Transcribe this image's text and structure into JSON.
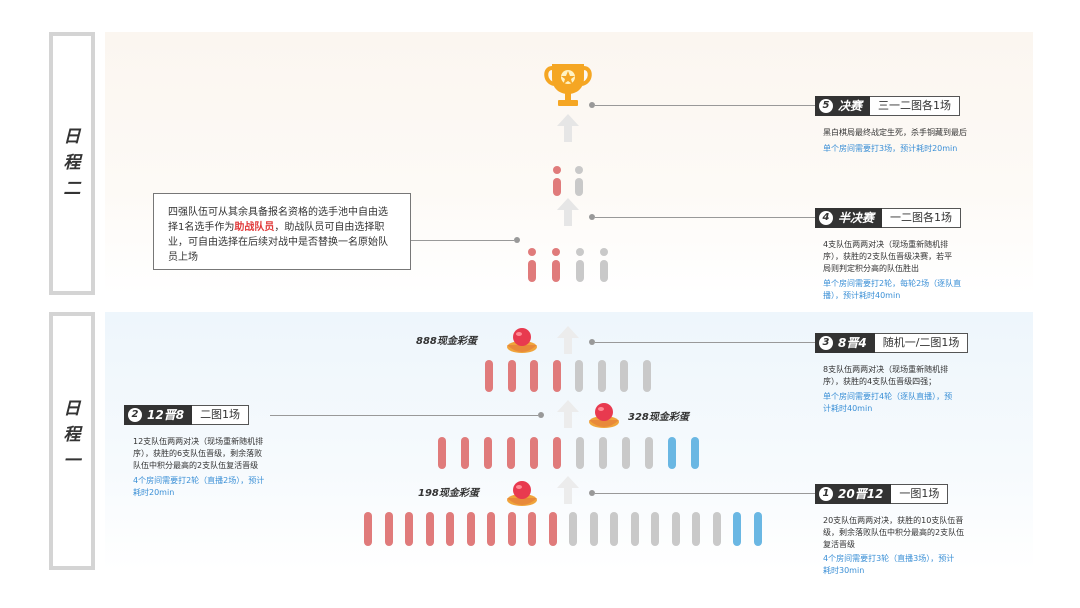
{
  "days": {
    "day2": [
      "日",
      "程",
      "二"
    ],
    "day1": [
      "日",
      "程",
      "一"
    ]
  },
  "colors": {
    "team_eliminated": "#e07b7b",
    "team_remaining": "#c9c9c9",
    "team_revived": "#6ab7e3",
    "connector": "#999999",
    "stage_dark": "#333333",
    "highlight_red": "#e03b3b",
    "blue_text": "#3a8fd6"
  },
  "stages": [
    {
      "num": "5",
      "name": "决赛",
      "format": "三一二图各1场",
      "desc": [
        "黑白棋局最终战定生死，杀手铜藏到最后"
      ],
      "blue": [
        "单个房间需要打3场，预计耗时20min"
      ]
    },
    {
      "num": "4",
      "name": "半决赛",
      "format": "一二图各1场",
      "desc": [
        "4支队伍两两对决（现场重新随机排",
        "序），获胜的2支队伍晋级决赛，若平",
        "局则判定积分高的队伍胜出"
      ],
      "blue": [
        "单个房间需要打2轮，每轮2场（逐队直",
        "播），预计耗时40min"
      ]
    },
    {
      "num": "3",
      "name": "8晋4",
      "format": "随机一/二图1场",
      "desc": [
        "8支队伍两两对决（现场重新随机排",
        "序），获胜的4支队伍晋级四强；"
      ],
      "blue": [
        "单个房间需要打4轮（逐队直播），预",
        "计耗时40min"
      ]
    },
    {
      "num": "2",
      "name": "12晋8",
      "format": "二图1场",
      "desc": [
        "12支队伍两两对决（现场重新随机排",
        "序），获胜的6支队伍晋级，剩余落败",
        "队伍中积分最高的2支队伍复活晋级"
      ],
      "blue": [
        "4个房间需要打2轮（直播2场），预计",
        "耗时20min"
      ]
    },
    {
      "num": "1",
      "name": "20晋12",
      "format": "一图1场",
      "desc": [
        "20支队伍两两对决，获胜的10支队伍晋",
        "级，剩余落败队伍中积分最高的2支队伍",
        "复活晋级"
      ],
      "blue": [
        "4个房间需要打3轮（直播3场），预计",
        "耗时30min"
      ]
    }
  ],
  "note": {
    "before": "四强队伍可从其余具备报名资格的选手池中自由选择1名选手作为",
    "highlight": "助战队员",
    "after": "，助战队员可自由选择职业，可自由选择在后续对战中是否替换一名原始队员上场"
  },
  "eggs": [
    "888现金彩蛋",
    "328现金彩蛋",
    "198现金彩蛋"
  ],
  "rows": [
    {
      "name": "final",
      "red": 1,
      "gray": 1,
      "blue": 0
    },
    {
      "name": "semi",
      "red": 2,
      "gray": 2,
      "blue": 0
    },
    {
      "name": "top8",
      "red": 4,
      "gray": 4,
      "blue": 0
    },
    {
      "name": "top12",
      "red": 6,
      "gray": 4,
      "blue": 2
    },
    {
      "name": "top20",
      "red": 10,
      "gray": 8,
      "blue": 2
    }
  ],
  "icons": [
    "trophy-icon",
    "up-arrow-icon",
    "egg-bowl-icon"
  ]
}
